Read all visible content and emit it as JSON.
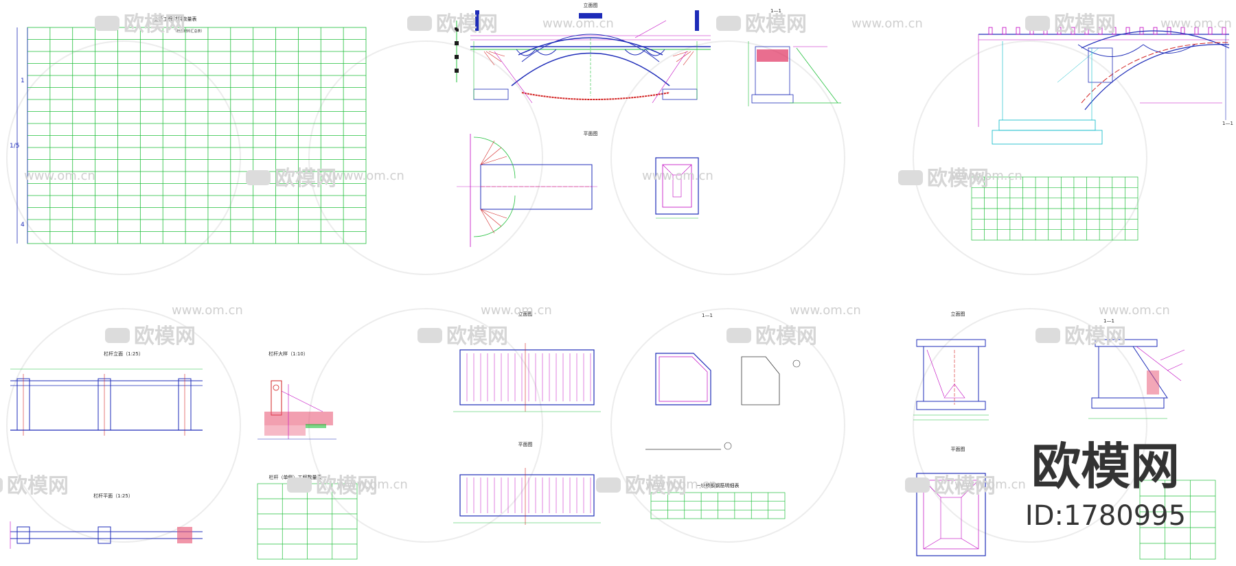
{
  "watermark": {
    "brand": "欧模网",
    "url": "www.om.cn",
    "big_brand": "欧模网",
    "id_text": "ID:1780995"
  },
  "sheets": {
    "table_sheet": {
      "title": "全桥工程材料数量表",
      "subtitle": "（桥梁材料汇总表）"
    },
    "elevation": {
      "title": "立面图",
      "section": "1—1"
    },
    "plan": {
      "title": "平面图"
    },
    "sheet3_section": {
      "title": "1—1"
    },
    "railing_elev": {
      "title": "栏杆立面（1:25）"
    },
    "railing_plan": {
      "title": "栏杆平面（1:25）"
    },
    "railing_detail": {
      "title": "栏杆大样（1:10）"
    },
    "railing_qty": {
      "title": "栏杆（单侧）工程数量表"
    },
    "slab_elev": {
      "title": "立面图"
    },
    "slab_plan": {
      "title": "平面图"
    },
    "slab_section": {
      "title": "1—1"
    },
    "rebar_table": {
      "title": "一块桥板钢筋明细表"
    },
    "abut_elev": {
      "title": "立面图"
    },
    "abut_section": {
      "title": "1—1"
    },
    "abut_plan": {
      "title": "平面图"
    }
  },
  "colors": {
    "green": "#1fbf3a",
    "magenta": "#c000c0",
    "blue": "#1d2bb8",
    "red": "#d22020",
    "cyan": "#00b7c7",
    "watermark": "#d9d9d9"
  },
  "icons": {
    "logo": "sofa-logo-icon"
  }
}
